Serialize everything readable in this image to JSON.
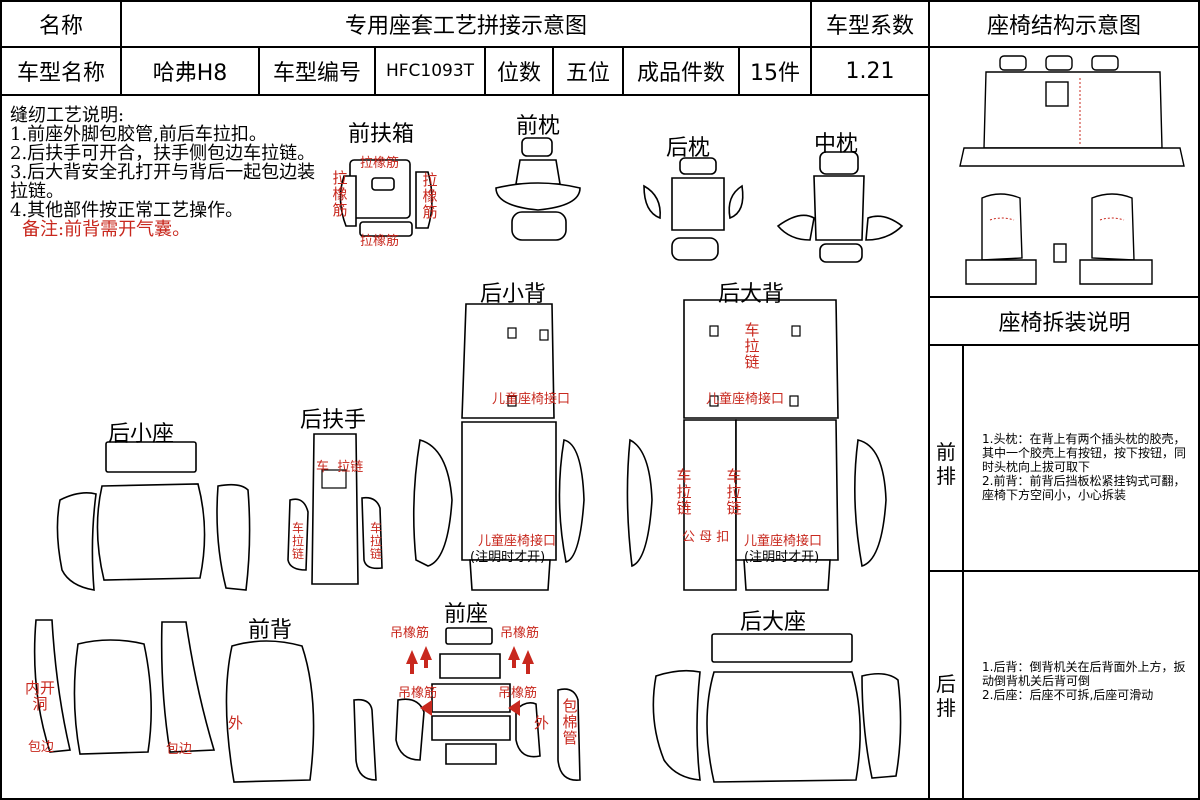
{
  "header": {
    "name_label": "名称",
    "title": "专用座套工艺拼接示意图",
    "coeff_label": "车型系数",
    "structure_label": "座椅结构示意图"
  },
  "info": {
    "model_name_label": "车型名称",
    "model_name": "哈弗H8",
    "model_code_label": "车型编号",
    "model_code": "HFC1093T",
    "seats_label": "位数",
    "seats": "五位",
    "pieces_label": "成品件数",
    "pieces": "15件",
    "coefficient": "1.21"
  },
  "notes": {
    "title": "缝纫工艺说明:",
    "items": [
      "1.前座外脚包胶管,前后车拉扣。",
      "2.后扶手可开合，扶手侧包边车拉链。",
      "3.后大背安全孔打开与背后一起包边装拉链。",
      "4.其他部件按正常工艺操作。"
    ],
    "remark": "备注:前背需开气囊。"
  },
  "parts": {
    "front_armrest_box": "前扶箱",
    "front_pillow": "前枕",
    "rear_pillow": "后枕",
    "middle_pillow": "中枕",
    "rear_small_back": "后小背",
    "rear_big_back": "后大背",
    "rear_small_seat": "后小座",
    "rear_armrest": "后扶手",
    "front_back": "前背",
    "front_seat": "前座",
    "rear_big_seat": "后大座"
  },
  "annotations": {
    "elastic": "拉橡筋",
    "elastic_v": "拉橡筋",
    "child_seat_port": "儿童座椅接口",
    "child_seat_port_note": "(注明时才开)",
    "zipper_v": "车拉链",
    "car_zipper": "车",
    "zipper": "拉链",
    "hang_elastic": "吊橡筋",
    "inner_hole": "内开洞",
    "edge_wrap": "包边",
    "outer": "外",
    "cotton_pipe": "包棉管",
    "male_female": "公 母 扣"
  },
  "side": {
    "disassembly_title": "座椅拆装说明",
    "front_row_label": "前排",
    "front_row_text": "1.头枕：在背上有两个插头枕的胶壳，其中一个胶壳上有按钮，按下按钮，同时头枕向上拔可取下\n2.前背：前背后挡板松紧挂钩式可翻，座椅下方空间小，小心拆装",
    "rear_row_label": "后排",
    "rear_row_text": "1.后背：倒背机关在后背面外上方，扳动倒背机关后背可倒\n2.后座：后座不可拆,后座可滑动"
  },
  "colors": {
    "annotation_red": "#c8281e",
    "line": "#000000"
  }
}
